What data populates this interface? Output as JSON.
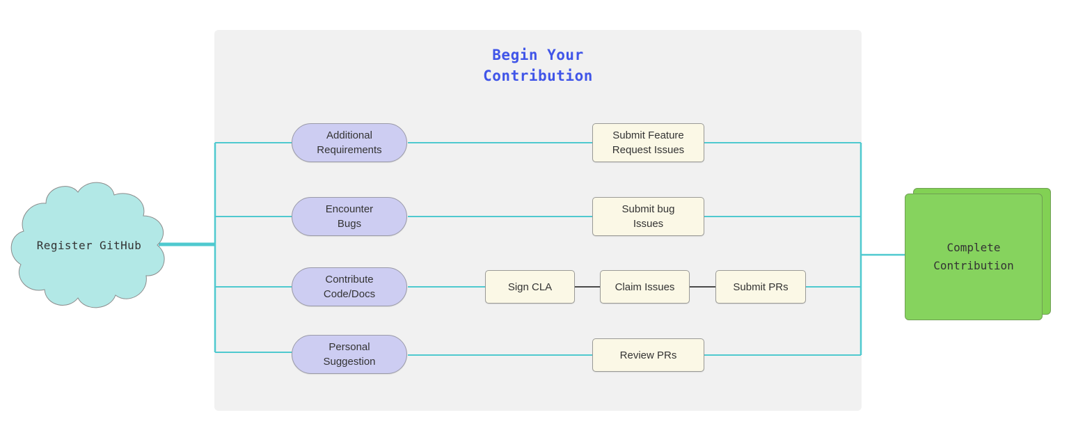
{
  "diagram": {
    "title": "Begin Your\nContribution",
    "title_color": "#4055e8",
    "panel_color": "#f1f1f1",
    "wire_color": "#4fc9cf",
    "wire_color_dark": "#4a4a4a",
    "start": {
      "label": "Register GitHub",
      "shape": "cloud",
      "fill": "#b2e8e6"
    },
    "branches": [
      {
        "label": "Additional\nRequirements",
        "fill": "#cdcdf2"
      },
      {
        "label": "Encounter\nBugs",
        "fill": "#cdcdf2"
      },
      {
        "label": "Contribute\nCode/Docs",
        "fill": "#cdcdf2"
      },
      {
        "label": "Personal\nSuggestion",
        "fill": "#cdcdf2"
      }
    ],
    "steps": [
      {
        "label": "Submit Feature\nRequest Issues",
        "fill": "#fbf8e6"
      },
      {
        "label": "Submit bug\nIssues",
        "fill": "#fbf8e6"
      },
      {
        "label": "Sign CLA",
        "fill": "#fbf8e6"
      },
      {
        "label": "Claim Issues",
        "fill": "#fbf8e6"
      },
      {
        "label": "Submit PRs",
        "fill": "#fbf8e6"
      },
      {
        "label": "Review PRs",
        "fill": "#fbf8e6"
      }
    ],
    "end": {
      "label": "Complete\nContribution",
      "shape": "stacked-rect",
      "fill": "#86d35e"
    }
  }
}
